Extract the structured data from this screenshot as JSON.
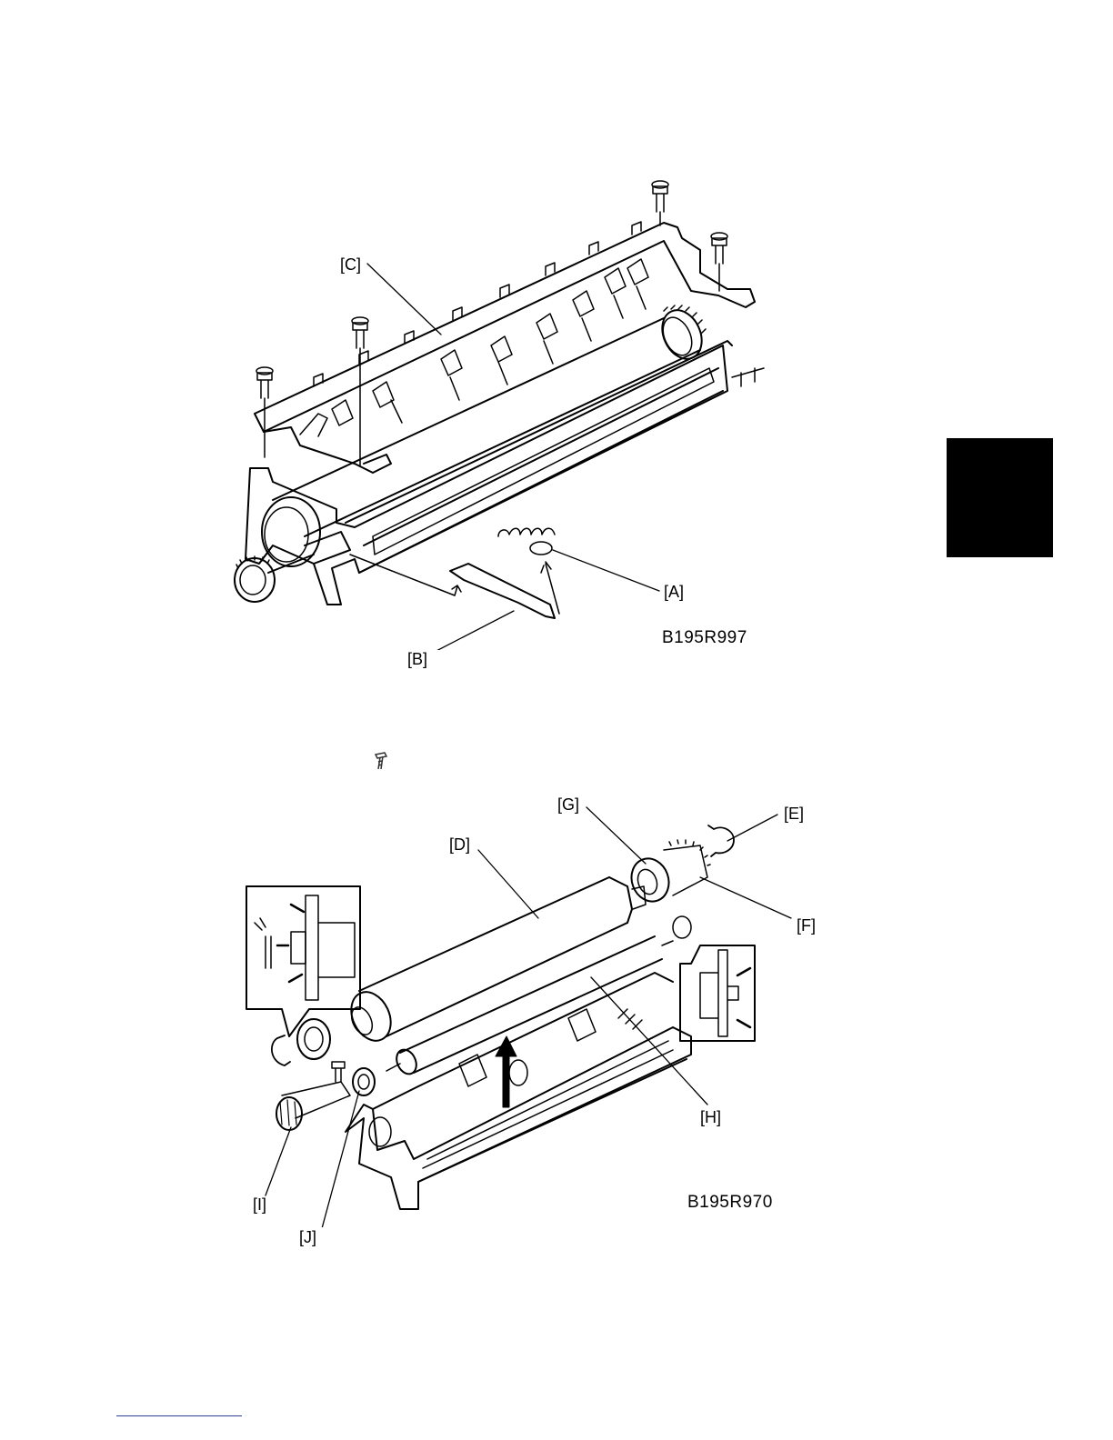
{
  "figure1": {
    "labels": {
      "a": "[A]",
      "b": "[B]",
      "c": "[C]"
    },
    "figure_id": "B195R997"
  },
  "figure2": {
    "labels": {
      "d": "[D]",
      "e": "[E]",
      "f": "[F]",
      "g": "[G]",
      "h": "[H]",
      "i": "[I]",
      "j": "[J]"
    },
    "figure_id": "B195R970"
  },
  "icons": {
    "screw": "screw-icon"
  },
  "colors": {
    "tab": "#000000",
    "footer_rule": "#2d3f8f"
  }
}
